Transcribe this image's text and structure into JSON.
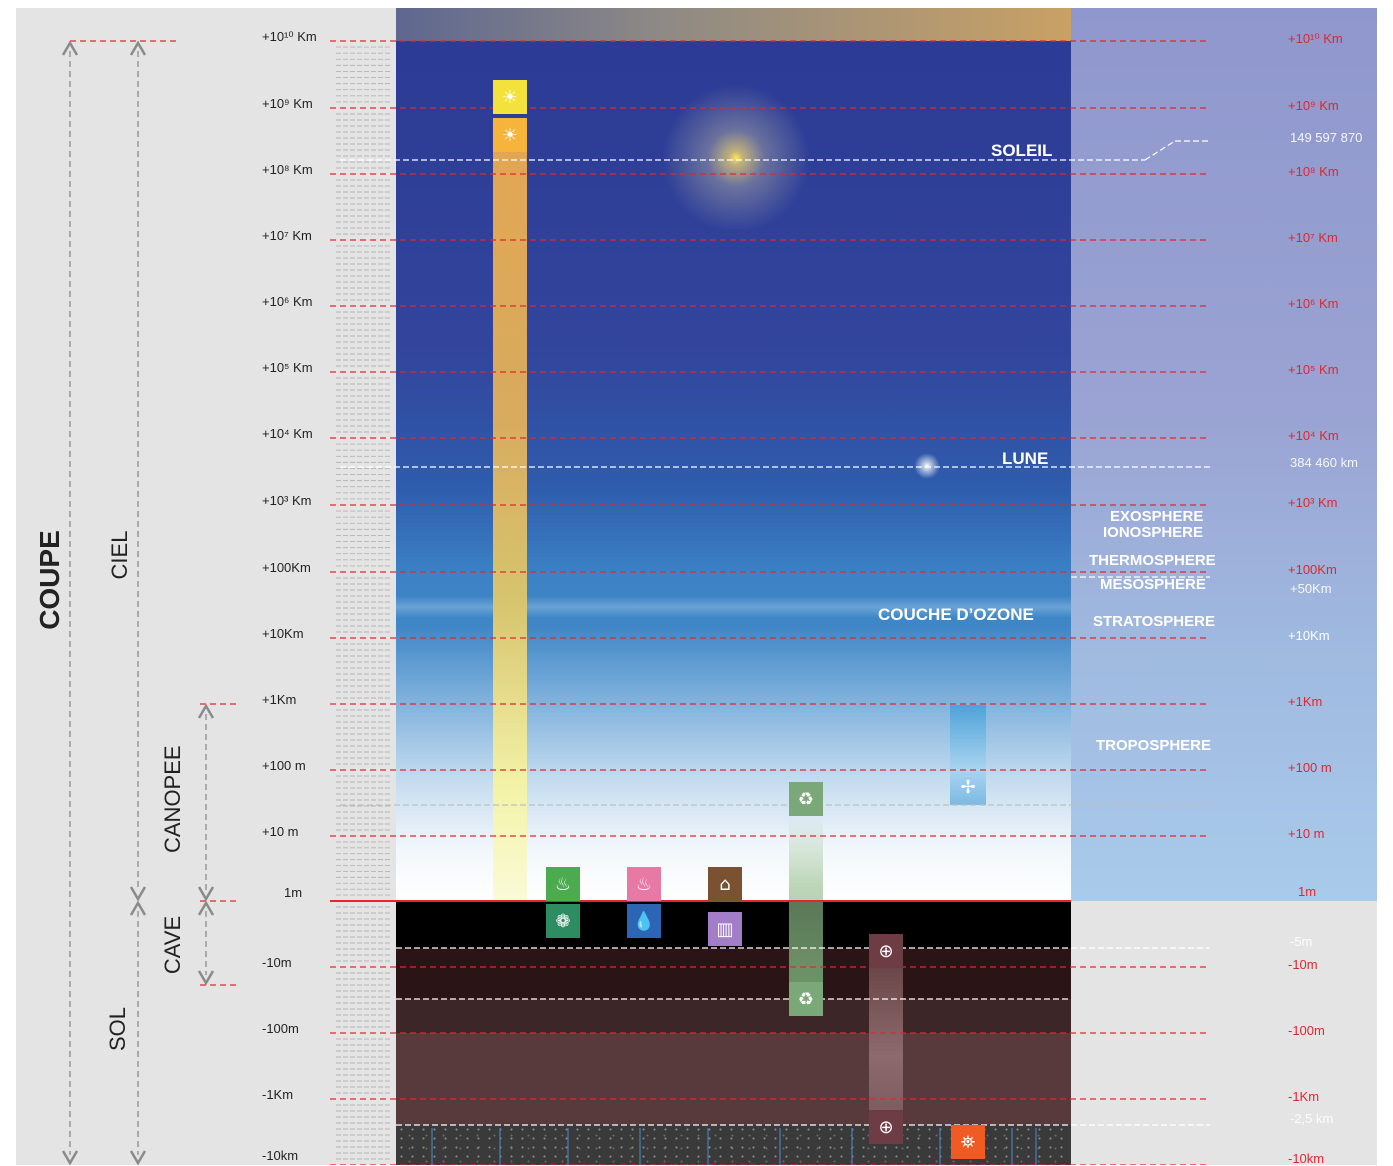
{
  "left_scale": [
    "+10¹⁰ Km",
    "+10⁹ Km",
    "+10⁸ Km",
    "+10⁷ Km",
    "+10⁶ Km",
    "+10⁵ Km",
    "+10⁴ Km",
    "+10³ Km",
    "+100Km",
    "+10Km",
    "+1Km",
    "+100 m",
    "+10 m",
    "1m",
    "-10m",
    "-100m",
    "-1Km",
    "-10km"
  ],
  "right_scale": [
    "+10¹⁰ Km",
    "+10⁹ Km",
    "+10⁸ Km",
    "+10⁷ Km",
    "+10⁶ Km",
    "+10⁵ Km",
    "+10⁴ Km",
    "+10³ Km",
    "+100Km",
    "+10Km",
    "+1Km",
    "+100 m",
    "+10 m",
    "1m",
    "-10m",
    "-100m",
    "-1Km",
    "-10km"
  ],
  "right_extra": {
    "sun_distance": "149 597 870",
    "moon_distance": "384 460 km",
    "km50": "+50Km",
    "m5": "-5m",
    "km25": "-2,5 km"
  },
  "vertical_labels": {
    "coupe": "COUPE",
    "ciel": "CIEL",
    "canopee": "CANOPEE",
    "cave": "CAVE",
    "sol": "SOL"
  },
  "sky_labels": {
    "soleil": "SOLEIL",
    "lune": "LUNE",
    "ozone": "COUCHE D’OZONE"
  },
  "atmosphere": {
    "exosphere": "EXOSPHERE",
    "ionosphere": "IONOSPHERE",
    "thermosphere": "THERMOSPHERE",
    "mesosphere": "MESOSPHERE",
    "stratosphere": "STRATOSPHERE",
    "troposphere": "TROPOSPHERE"
  },
  "icons": {
    "solar_a": "sun-icon",
    "solar_b": "sun-icon",
    "fire": "fire-icon",
    "biomass": "molecule-icon",
    "hydro_top": "water-heater-icon",
    "hydro": "water-drop-icon",
    "plant": "factory-icon",
    "radiator": "radiator-icon",
    "recycle_top": "recycle-icon",
    "recycle_bottom": "recycle-icon",
    "geo_top": "geothermal-icon",
    "geo_bottom": "geothermal-icon",
    "wind": "wind-turbine-icon",
    "drill": "drilling-rig-icon"
  },
  "colors": {
    "red_line": "#e3262e",
    "sky_dark": "#2b3f95",
    "right_panel": "#9aa3d0",
    "ground": "#5a3a3e"
  }
}
